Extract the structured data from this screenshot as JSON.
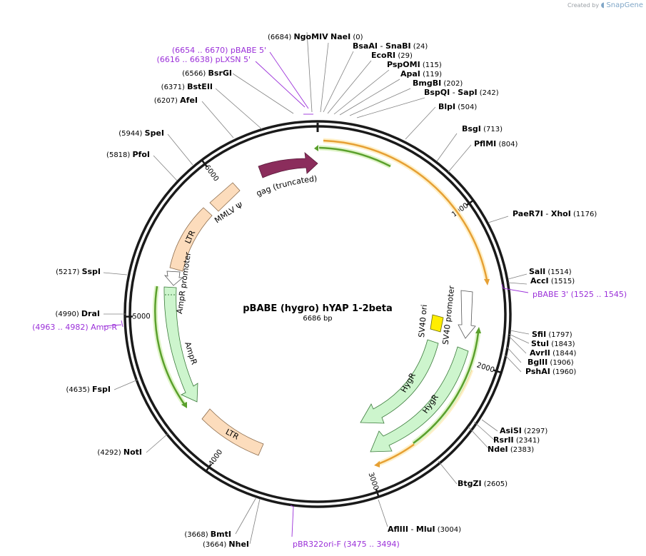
{
  "credit": {
    "prefix": "Created by",
    "brand": "SnapGene"
  },
  "plasmid": {
    "name": "pBABE (hygro) hYAP 1-2beta",
    "size_label": "6686 bp",
    "length": 6686
  },
  "ticks": [
    {
      "pos": 1000,
      "label": "1000"
    },
    {
      "pos": 2000,
      "label": "2000"
    },
    {
      "pos": 3000,
      "label": "3000"
    },
    {
      "pos": 4000,
      "label": "4000"
    },
    {
      "pos": 5000,
      "label": "5000"
    },
    {
      "pos": 6000,
      "label": "6000"
    }
  ],
  "colors": {
    "backbone": "#1a1a1a",
    "feature_label": "#9b30d9",
    "leader": "#808080",
    "primer_line": "#9b30d9"
  },
  "features": [
    {
      "name": "gag (truncated)",
      "color": "#8b2d5c",
      "stroke": "#5a1a3a",
      "text_color": "#ffffff"
    },
    {
      "name": "MMLV Ψ",
      "color": "#fcdcbc",
      "stroke": "#8a6a4a",
      "text_color": "#000000"
    },
    {
      "name": "LTR",
      "color": "#fcdcbc",
      "stroke": "#8a6a4a",
      "text_color": "#000000"
    },
    {
      "name": "AmpR promoter",
      "color": "#ffffff",
      "stroke": "#555555",
      "text_color": "#000000"
    },
    {
      "name": "AmpR",
      "color": "#cdf5cd",
      "stroke": "#3a7a3a",
      "text_color": "#000000"
    },
    {
      "name": "LTR",
      "color": "#fcdcbc",
      "stroke": "#8a6a4a",
      "text_color": "#000000"
    },
    {
      "name": "SV40 ori",
      "color": "#ffee00",
      "stroke": "#6a6a00",
      "text_color": "#000000"
    },
    {
      "name": "SV40 promoter",
      "color": "#ffffff",
      "stroke": "#555555",
      "text_color": "#000000"
    },
    {
      "name": "HygR",
      "color": "#cdf5cd",
      "stroke": "#3a7a3a",
      "text_color": "#000000"
    },
    {
      "name": "HygR",
      "color": "#cdf5cd",
      "stroke": "#3a7a3a",
      "text_color": "#000000"
    }
  ],
  "orfs": [
    {
      "name": "orf-upper-right",
      "color": "#e6a034"
    },
    {
      "name": "orf-upper-green",
      "color": "#5aa02c"
    },
    {
      "name": "orf-lower-right",
      "color": "#e6a034"
    },
    {
      "name": "orf-lower-green",
      "color": "#5aa02c"
    },
    {
      "name": "orf-left-green",
      "color": "#5aa02c"
    }
  ],
  "sites": [
    {
      "name": "NgoMIV",
      "pos": "6684"
    },
    {
      "name": "NaeI",
      "pos": "0"
    },
    {
      "name": "BsaAI",
      "extra": "SnaBI",
      "pos": "24"
    },
    {
      "name": "EcoRI",
      "pos": "29"
    },
    {
      "name": "PspOMI",
      "pos": "115"
    },
    {
      "name": "ApaI",
      "pos": "119"
    },
    {
      "name": "BmgBI",
      "pos": "202"
    },
    {
      "name": "BspQI",
      "extra": "SapI",
      "pos": "242"
    },
    {
      "name": "BlpI",
      "pos": "504"
    },
    {
      "name": "BsgI",
      "pos": "713"
    },
    {
      "name": "PflMI",
      "pos": "804"
    },
    {
      "name": "PaeR7I",
      "extra": "XhoI",
      "pos": "1176"
    },
    {
      "name": "SalI",
      "pos": "1514"
    },
    {
      "name": "AccI",
      "pos": "1515"
    },
    {
      "name": "SfiI",
      "pos": "1797"
    },
    {
      "name": "StuI",
      "pos": "1843"
    },
    {
      "name": "AvrII",
      "pos": "1844"
    },
    {
      "name": "BglII",
      "pos": "1906"
    },
    {
      "name": "PshAI",
      "pos": "1960"
    },
    {
      "name": "AsiSI",
      "pos": "2297"
    },
    {
      "name": "RsrII",
      "pos": "2341"
    },
    {
      "name": "NdeI",
      "pos": "2383"
    },
    {
      "name": "BtgZI",
      "pos": "2605"
    },
    {
      "name": "AflIII",
      "extra": "MluI",
      "pos": "3004"
    },
    {
      "name": "NheI",
      "pos": "3664"
    },
    {
      "name": "BmtI",
      "pos": "3668"
    },
    {
      "name": "NotI",
      "pos": "4292"
    },
    {
      "name": "FspI",
      "pos": "4635"
    },
    {
      "name": "DraI",
      "pos": "4990"
    },
    {
      "name": "SspI",
      "pos": "5217"
    },
    {
      "name": "PfoI",
      "pos": "5818"
    },
    {
      "name": "SpeI",
      "pos": "5944"
    },
    {
      "name": "AfeI",
      "pos": "6207"
    },
    {
      "name": "BstEII",
      "pos": "6371"
    },
    {
      "name": "BsrGI",
      "pos": "6566"
    }
  ],
  "primers": [
    {
      "name": "pBABE 5'",
      "range": "(6654 .. 6670)"
    },
    {
      "name": "pLXSN 5'",
      "range": "(6616 .. 6638)"
    },
    {
      "name": "pBABE 3'",
      "range": "(1525 .. 1545)"
    },
    {
      "name": "Amp-R",
      "range": "(4963 .. 4982)"
    },
    {
      "name": "pBR322ori-F",
      "range": "(3475 .. 3494)"
    }
  ]
}
